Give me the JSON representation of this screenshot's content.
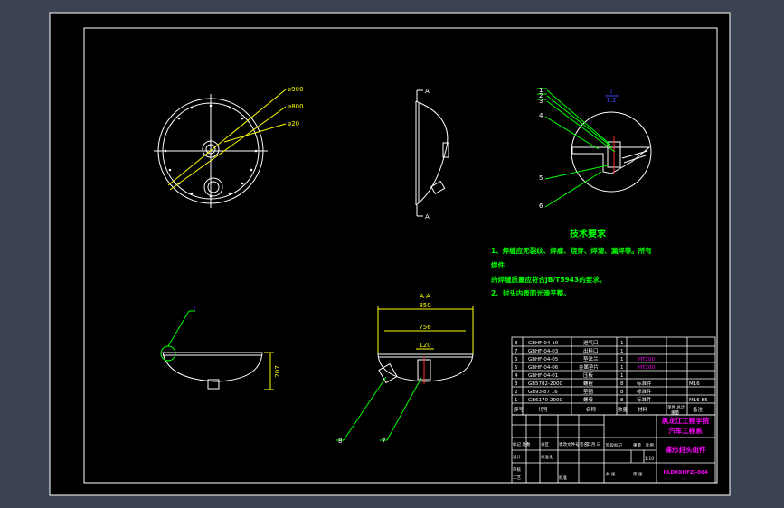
{
  "colors": {
    "background": "#3b4352",
    "paper": "#000000",
    "frame": "#ffffff",
    "dimension": "#ffff00",
    "leader": "#00ff00",
    "centerline": "#ff3030",
    "marker": "#4040ff",
    "highlight": "#ff00ff"
  },
  "front_view": {
    "dims": {
      "d900": "⌀900",
      "d800": "⌀800",
      "d20": "⌀20"
    }
  },
  "side_view": {
    "section_mark_top": "A",
    "section_mark_bottom": "A"
  },
  "detail_view": {
    "label": "I",
    "scale_label": "1:2",
    "callouts": [
      "1",
      "2",
      "3",
      "4",
      "5",
      "6"
    ]
  },
  "bottom_left_view": {
    "detail_marker": "I",
    "dim_height": "207"
  },
  "section_view": {
    "title": "A-A",
    "dim_850": "850",
    "dim_756": "756",
    "dim_120": "120",
    "callouts": [
      "8",
      "7"
    ]
  },
  "technical_requirements": {
    "title": "技术要求",
    "lines": [
      "1、焊缝应无裂纹、焊瘤、烧穿、焊渣、漏焊等。所有",
      "焊件",
      "的焊缝质量应符合JB/T5943的要求。",
      "2、封头内表面光滑平整。"
    ]
  },
  "bom": {
    "rows": [
      {
        "no": "8",
        "code": "GBHF-04-10",
        "name": "进气口",
        "qty": "1",
        "material": "",
        "note": ""
      },
      {
        "no": "7",
        "code": "GBHF-04-03",
        "name": "出料口",
        "qty": "1",
        "material": "",
        "note": ""
      },
      {
        "no": "6",
        "code": "GBHF-04-05",
        "name": "垫法兰",
        "qty": "1",
        "material": "HT200",
        "note": ""
      },
      {
        "no": "5",
        "code": "GBHF-04-06",
        "name": "金属垫片",
        "qty": "1",
        "material": "HT200",
        "note": ""
      },
      {
        "no": "4",
        "code": "GBHF-04-01",
        "name": "压板",
        "qty": "1",
        "material": "",
        "note": ""
      },
      {
        "no": "3",
        "code": "GB5782-2000",
        "name": "螺栓",
        "qty": "8",
        "material": "标准件",
        "note": "M16"
      },
      {
        "no": "2",
        "code": "GB93-87 16",
        "name": "垫圈",
        "qty": "8",
        "material": "标准件",
        "note": ""
      },
      {
        "no": "1",
        "code": "GB6170-2000",
        "name": "螺母",
        "qty": "8",
        "material": "标准件",
        "note": "M16 B5"
      }
    ],
    "header": {
      "no": "序号",
      "code": "代号",
      "name": "名称",
      "qty": "数量",
      "material": "材料",
      "weight": "单件 总计",
      "weight_sub": "重量",
      "note": "备注"
    }
  },
  "title_block": {
    "school_line1": "黑龙江工程学院",
    "school_line2": "汽车工程系",
    "drawing_name": "碟形封头组件",
    "drawing_no": "HLDXXHFZJ-004",
    "labels": {
      "mark": "标记 处数",
      "partition": "分区",
      "change_doc": "更改文件号",
      "sign": "签名",
      "date": "年.月.日",
      "design": "设计",
      "standardize": "标准化",
      "stage_mark": "阶段标记",
      "weight": "重量",
      "scale": "比例",
      "audit": "审核",
      "process": "工艺",
      "approve": "批准",
      "sheets": "共 张",
      "sheet_no": "第 张"
    },
    "scale_value": "1:10"
  }
}
